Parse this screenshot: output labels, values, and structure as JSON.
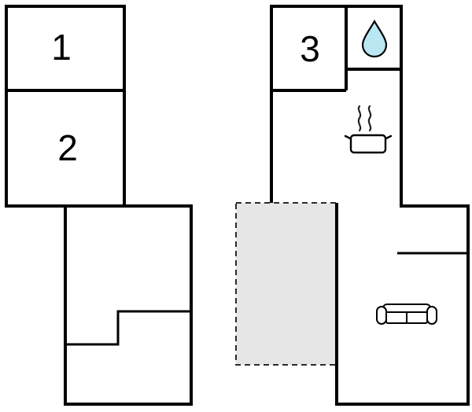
{
  "floor_plan": {
    "rooms": [
      {
        "label": "1"
      },
      {
        "label": "2"
      },
      {
        "label": "3"
      }
    ],
    "icons": [
      {
        "name": "water-drop-icon"
      },
      {
        "name": "steam-icon"
      },
      {
        "name": "cooking-pot-icon"
      },
      {
        "name": "sofa-icon"
      }
    ],
    "colors": {
      "background": "#ffffff",
      "wall": "#000000",
      "terrace_fill": "#e6e6e6",
      "terrace_border": "#2b2b2b",
      "water_drop_fill": "#b9e7f2",
      "icon_stroke": "#000000"
    }
  }
}
